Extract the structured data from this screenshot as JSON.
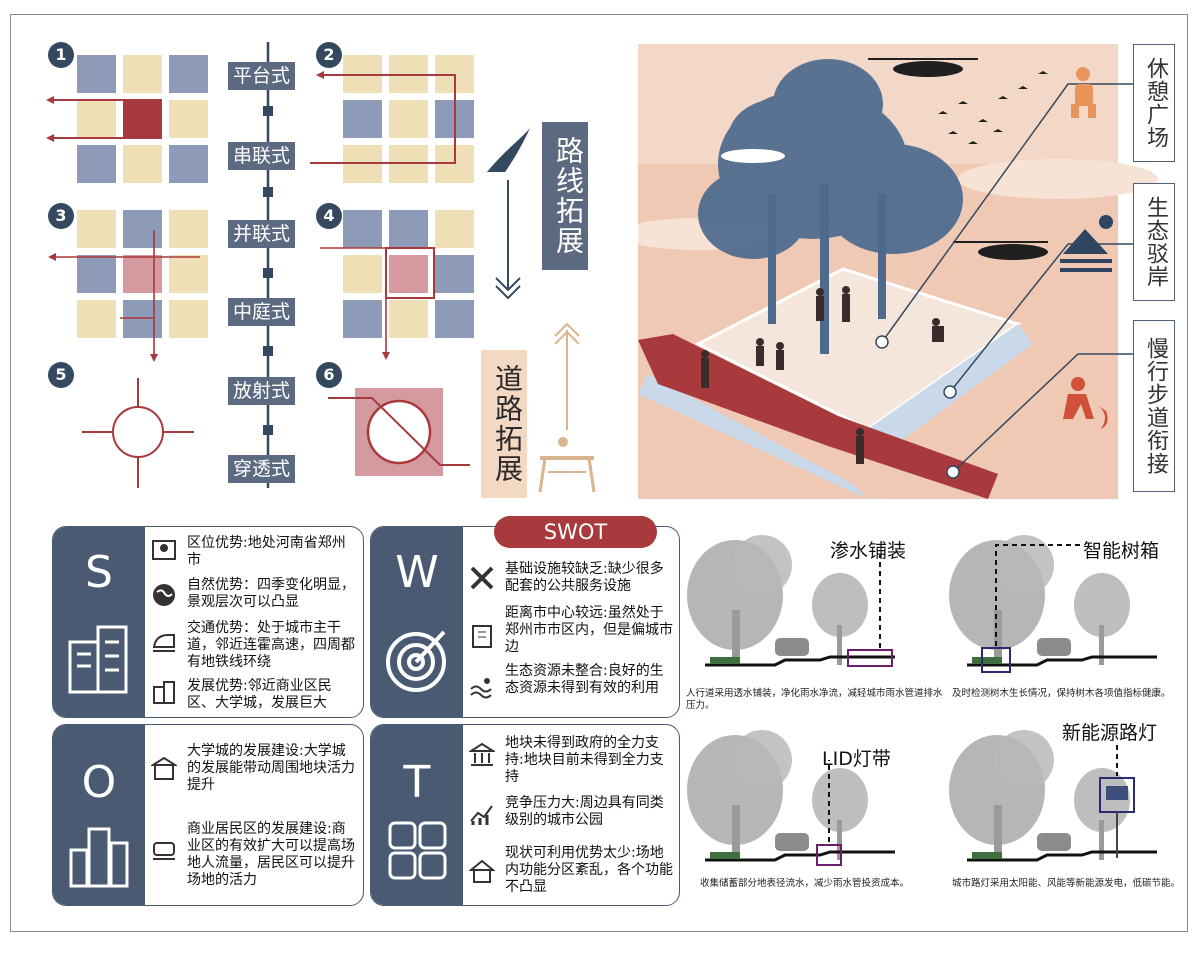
{
  "route_diagram": {
    "numbers": [
      "1",
      "2",
      "3",
      "4",
      "5",
      "6"
    ],
    "connection_types": [
      "平台式",
      "串联式",
      "并联式",
      "中庭式",
      "放射式",
      "穿透式"
    ],
    "route_expand_label": "路线拓展",
    "road_expand_label": "道路拓展"
  },
  "scene": {
    "labels": [
      "休憩广场",
      "生态驳岸",
      "慢行步道衔接"
    ]
  },
  "swot": {
    "title": "SWOT",
    "s": {
      "letter": "S",
      "items": [
        {
          "icon": "map-pin-icon",
          "text": "区位优势:地处河南省郑州市"
        },
        {
          "icon": "globe-icon",
          "text": "自然优势：四季变化明显，景观层次可以凸显"
        },
        {
          "icon": "train-icon",
          "text": "交通优势：处于城市主干道，邻近连霍高速，四周都有地铁线环绕"
        },
        {
          "icon": "buildings-icon",
          "text": "发展优势:邻近商业区民区、大学城，发展巨大"
        }
      ]
    },
    "w": {
      "letter": "W",
      "items": [
        {
          "icon": "tools-icon",
          "text": "基础设施较缺乏:缺少很多配套的公共服务设施"
        },
        {
          "icon": "office-icon",
          "text": "距离市中心较远:虽然处于郑州市市区内，但是偏城市边"
        },
        {
          "icon": "water-icon",
          "text": "生态资源未整合:良好的生态资源未得到有效的利用"
        }
      ]
    },
    "o": {
      "letter": "O",
      "items": [
        {
          "icon": "school-icon",
          "text": "大学城的发展建设:大学城的发展能带动周围地块活力提升"
        },
        {
          "icon": "tram-icon",
          "text": "商业居民区的发展建设:商业区的有效扩大可以提高场地人流量，居民区可以提升场地的活力"
        }
      ]
    },
    "t": {
      "letter": "T",
      "items": [
        {
          "icon": "government-icon",
          "text": "地块未得到政府的全力支持:地块目前未得到全力支持"
        },
        {
          "icon": "chart-icon",
          "text": "竞争压力大:周边具有同类级别的城市公园"
        },
        {
          "icon": "house-icon",
          "text": "现状可利用优势太少:场地内功能分区紊乱，各个功能不凸显"
        }
      ]
    }
  },
  "lid": {
    "panels": [
      {
        "title": "渗水铺装",
        "caption": "人行道采用透水铺装，净化雨水净流，减轻城市雨水管道排水压力。"
      },
      {
        "title": "智能树箱",
        "caption": "及时检测树木生长情况，保持树木各项值指标健康。"
      },
      {
        "title": "LID灯带",
        "caption": "收集储蓄部分地表径流水，减少雨水管投资成本。"
      },
      {
        "title": "新能源路灯",
        "caption": "城市路灯采用太阳能、风能等新能源发电，低碳节能。"
      }
    ]
  },
  "colors": {
    "slate": "#4a5a72",
    "blue_block": "#8e9bb8",
    "cream_block": "#eedfb6",
    "red": "#a8393c",
    "pink": "#d49aa0",
    "sand": "#f3d8c4",
    "scene_bg": "#efc9b4",
    "tree": "#4d6a8d",
    "orange": "#e8955b"
  }
}
